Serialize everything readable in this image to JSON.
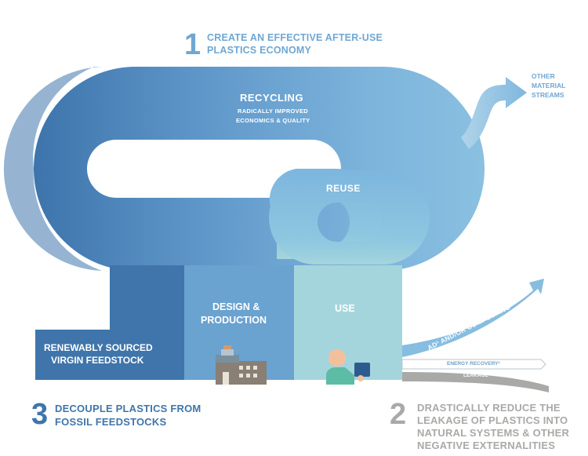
{
  "goals": {
    "goal1": {
      "number": "1",
      "line1": "CREATE AN EFFECTIVE AFTER-USE",
      "line2": "PLASTICS ECONOMY"
    },
    "goal2": {
      "number": "2",
      "line1": "DRASTICALLY REDUCE THE",
      "line2": "LEAKAGE OF PLASTICS INTO",
      "line3": "NATURAL SYSTEMS & OTHER",
      "line4": "NEGATIVE EXTERNALITIES"
    },
    "goal3": {
      "number": "3",
      "line1": "DECOUPLE PLASTICS FROM",
      "line2": "FOSSIL FEEDSTOCKS"
    }
  },
  "loops": {
    "recycling": {
      "title": "RECYCLING",
      "sub1": "RADICALLY IMPROVED",
      "sub2": "ECONOMICS & QUALITY"
    },
    "reuse": {
      "title": "REUSE"
    },
    "other_streams": {
      "line1": "OTHER",
      "line2": "MATERIAL",
      "line3": "STREAMS"
    }
  },
  "stages": {
    "feedstock": {
      "line1": "RENEWABLY SOURCED",
      "line2": "VIRGIN FEEDSTOCK"
    },
    "design": {
      "line1": "DESIGN &",
      "line2": "PRODUCTION"
    },
    "use": {
      "label": "USE"
    }
  },
  "exits": {
    "composting": "AD¹ AND/OR COMPOSTING",
    "energy": "ENERGY RECOVERY²",
    "leakage": "LEAKAGE"
  },
  "colors": {
    "dark_blue": "#4479ad",
    "mid_blue": "#6aa2d0",
    "light_blue": "#86bcdf",
    "pale_teal": "#a5d5dc",
    "title_blue": "#6fa7d3",
    "grey": "#a9aaa7"
  }
}
